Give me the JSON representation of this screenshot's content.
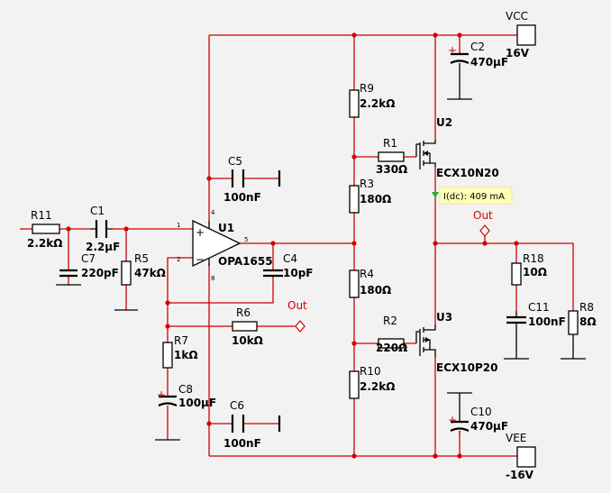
{
  "power": {
    "vcc_name": "VCC",
    "vcc_value": "16V",
    "vee_name": "VEE",
    "vee_value": "-16V"
  },
  "nets": {
    "out_top": "Out",
    "out_feedback": "Out"
  },
  "opamp": {
    "ref": "U1",
    "part": "OPA1655",
    "pin_noninv": "1",
    "pin_inv": "2",
    "pin_out": "5",
    "pin_vplus": "4",
    "pin_vminus": "8",
    "sym_plus": "+",
    "sym_minus": "−"
  },
  "transistors": {
    "u2_ref": "U2",
    "u2_part": "ECX10N20",
    "u3_ref": "U3",
    "u3_part": "ECX10P20"
  },
  "probe": {
    "text": "I(dc): 409 mA"
  },
  "components": {
    "r11_ref": "R11",
    "r11_val": "2.2kΩ",
    "c1_ref": "C1",
    "c1_val": "2.2µF",
    "c7_ref": "C7",
    "c7_val": "220pF",
    "r5_ref": "R5",
    "r5_val": "47kΩ",
    "c5_ref": "C5",
    "c5_val": "100nF",
    "c6_ref": "C6",
    "c6_val": "100nF",
    "c4_ref": "C4",
    "c4_val": "10pF",
    "r6_ref": "R6",
    "r6_val": "10kΩ",
    "r7_ref": "R7",
    "r7_val": "1kΩ",
    "c8_ref": "C8",
    "c8_val": "100µF",
    "r9_ref": "R9",
    "r9_val": "2.2kΩ",
    "r1_ref": "R1",
    "r1_val": "330Ω",
    "r3_ref": "R3",
    "r3_val": "180Ω",
    "r4_ref": "R4",
    "r4_val": "180Ω",
    "r2_ref": "R2",
    "r2_val": "220Ω",
    "r10_ref": "R10",
    "r10_val": "2.2kΩ",
    "c2_ref": "C2",
    "c2_val": "470µF",
    "c10_ref": "C10",
    "c10_val": "470µF",
    "r18_ref": "R18",
    "r18_val": "10Ω",
    "c11_ref": "C11",
    "c11_val": "100nF",
    "r8_ref": "R8",
    "r8_val": "8Ω",
    "cap_plus": "+"
  }
}
